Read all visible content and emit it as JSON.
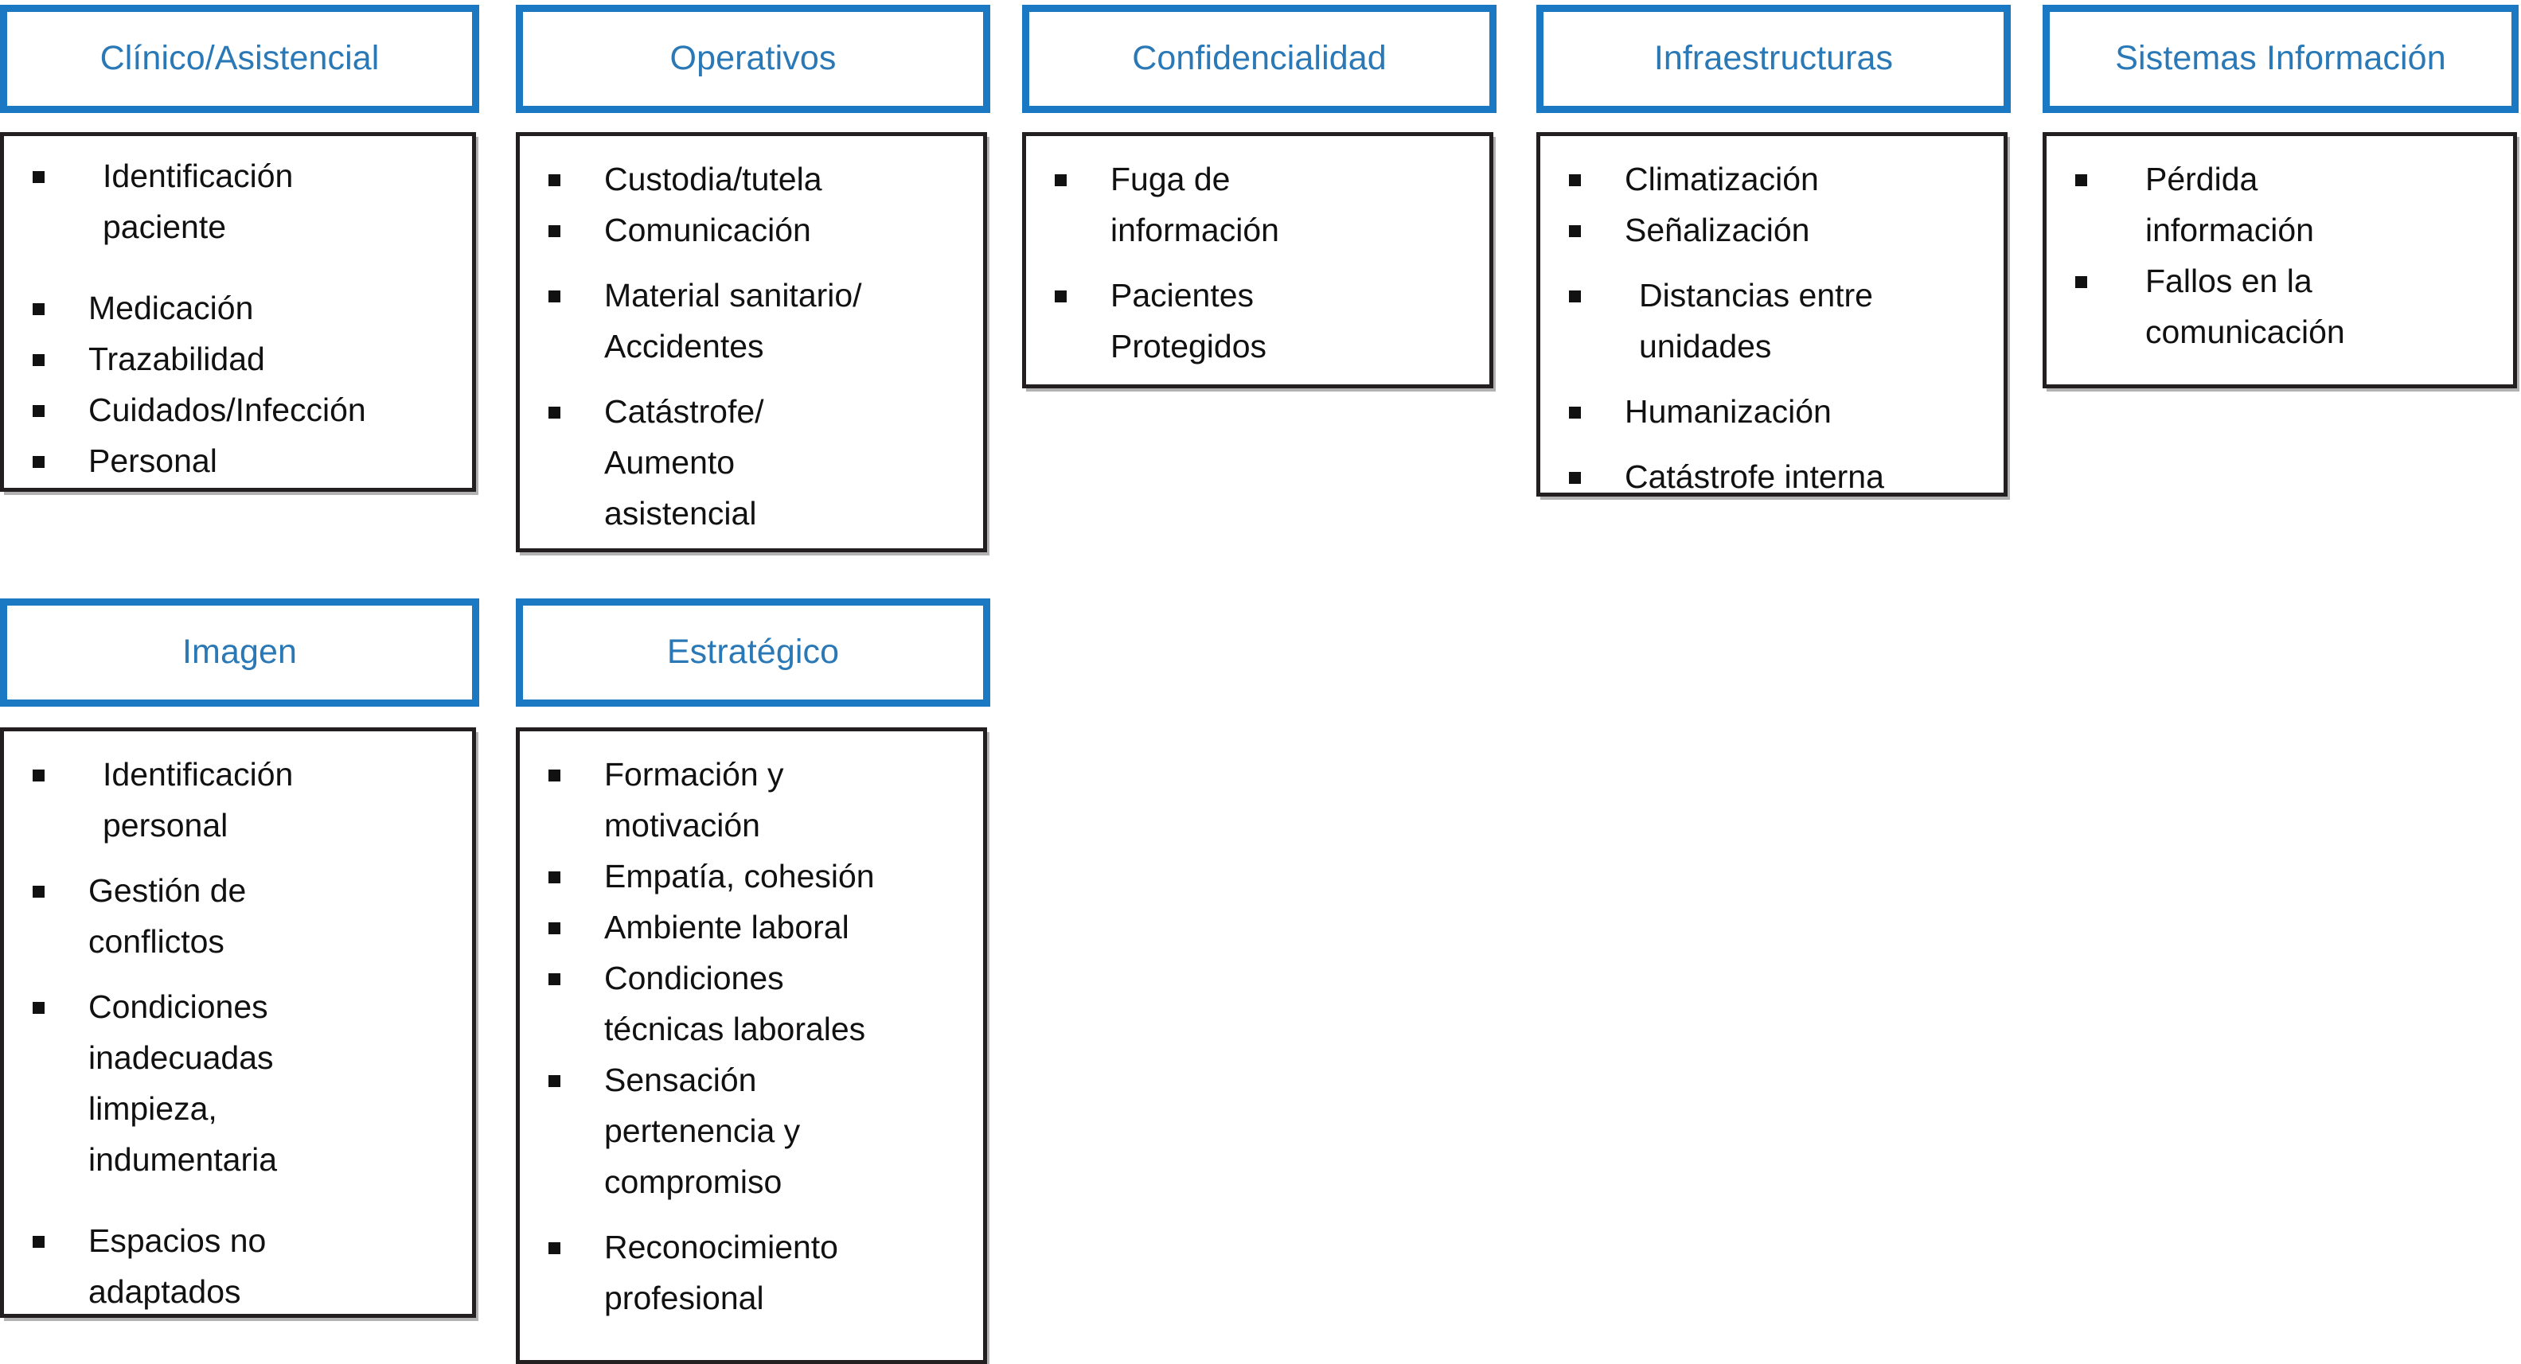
{
  "theme": {
    "header_border_color": "#1b78c2",
    "header_text_color": "#2a79b6",
    "body_border_color": "#231f20",
    "body_text_color": "#111111",
    "background_color": "#ffffff",
    "bullet_icon": "square-bullet-icon"
  },
  "categories": [
    {
      "title": "Clínico/Asistencial",
      "items": [
        "Identificación\npaciente",
        "Medicación",
        "Trazabilidad",
        "Cuidados/Infección",
        "Personal"
      ]
    },
    {
      "title": "Operativos",
      "items": [
        "Custodia/tutela",
        "Comunicación",
        "Material sanitario/\nAccidentes",
        "Catástrofe/\nAumento\nasistencial"
      ]
    },
    {
      "title": "Confidencialidad",
      "items": [
        "Fuga de\ninformación",
        "Pacientes\nProtegidos"
      ]
    },
    {
      "title": "Infraestructuras",
      "items": [
        "Climatización",
        "Señalización",
        "Distancias entre\nunidades",
        "Humanización",
        "Catástrofe interna"
      ]
    },
    {
      "title": "Sistemas Información",
      "items": [
        "Pérdida\ninformación",
        "Fallos en la\ncomunicación"
      ]
    },
    {
      "title": "Imagen",
      "items": [
        "Identificación\npersonal",
        "Gestión de\nconflictos",
        "Condiciones\ninadecuadas\nlimpieza,\nindumentaria",
        "Espacios no\nadaptados"
      ]
    },
    {
      "title": "Estratégico",
      "items": [
        "Formación y\nmotivación",
        "Empatía, cohesión",
        "Ambiente laboral",
        "Condiciones\ntécnicas laborales",
        "Sensación\npertenencia y\ncompromiso",
        "Reconocimiento\nprofesional"
      ]
    }
  ]
}
